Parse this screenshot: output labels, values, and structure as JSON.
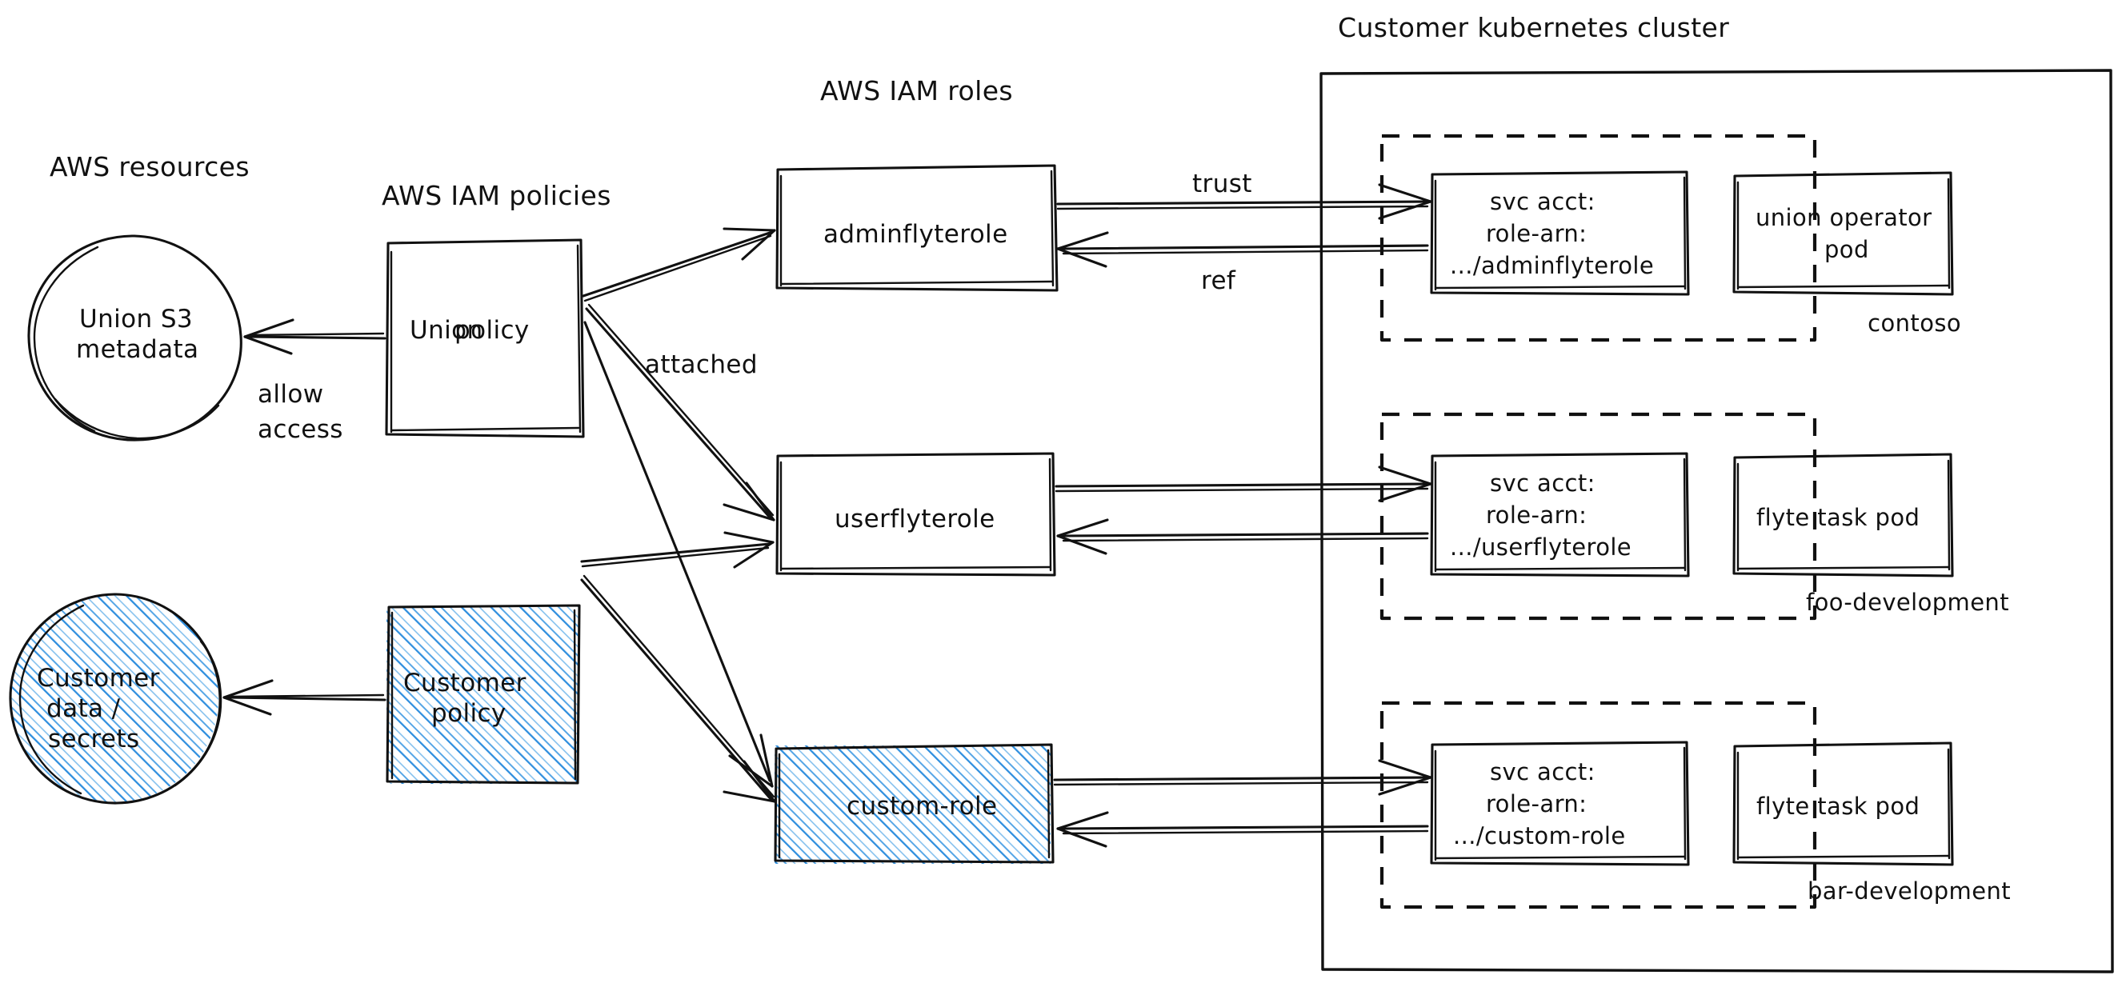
{
  "diagram": {
    "title_groups": {
      "aws_resources": "AWS resources",
      "aws_iam_policies": "AWS IAM policies",
      "aws_iam_roles": "AWS IAM roles",
      "k8s_cluster": "Customer kubernetes cluster"
    },
    "resources": [
      {
        "id": "union-s3",
        "line1": "Union S3",
        "line2": "metadata",
        "shape": "circle",
        "hatched": false
      },
      {
        "id": "customer-data",
        "line1": "Customer",
        "line2": "data /",
        "line3": "secrets",
        "shape": "circle",
        "hatched": true
      }
    ],
    "policies": [
      {
        "id": "union-policy",
        "line1": "Union",
        "line2": "policy",
        "hatched": false
      },
      {
        "id": "customer-policy",
        "line1": "Customer",
        "line2": "policy",
        "hatched": true
      }
    ],
    "roles": [
      {
        "id": "adminflyterole",
        "label": "adminflyterole",
        "hatched": false
      },
      {
        "id": "userflyterole",
        "label": "userflyterole",
        "hatched": false
      },
      {
        "id": "custom-role",
        "label": "custom-role",
        "hatched": true
      }
    ],
    "namespaces": [
      {
        "id": "contoso",
        "name": "contoso",
        "svc_acct": {
          "line1": "svc acct:",
          "line2": "role-arn:",
          "line3": ".../adminflyterole"
        },
        "pod": {
          "line1": "union operator",
          "line2": "pod"
        }
      },
      {
        "id": "foo-development",
        "name": "foo-development",
        "svc_acct": {
          "line1": "svc acct:",
          "line2": "role-arn:",
          "line3": ".../userflyterole"
        },
        "pod": {
          "line1": "flyte task pod",
          "line2": ""
        }
      },
      {
        "id": "bar-development",
        "name": "bar-development",
        "svc_acct": {
          "line1": "svc acct:",
          "line2": "role-arn:",
          "line3": ".../custom-role"
        },
        "pod": {
          "line1": "flyte task pod",
          "line2": ""
        }
      }
    ],
    "edge_labels": {
      "allow_line1": "allow",
      "allow_line2": "access",
      "attached": "attached",
      "trust": "trust",
      "ref": "ref"
    },
    "colors": {
      "ink": "#111111",
      "hatch_blue": "#2e8ede",
      "background": "#ffffff"
    }
  }
}
